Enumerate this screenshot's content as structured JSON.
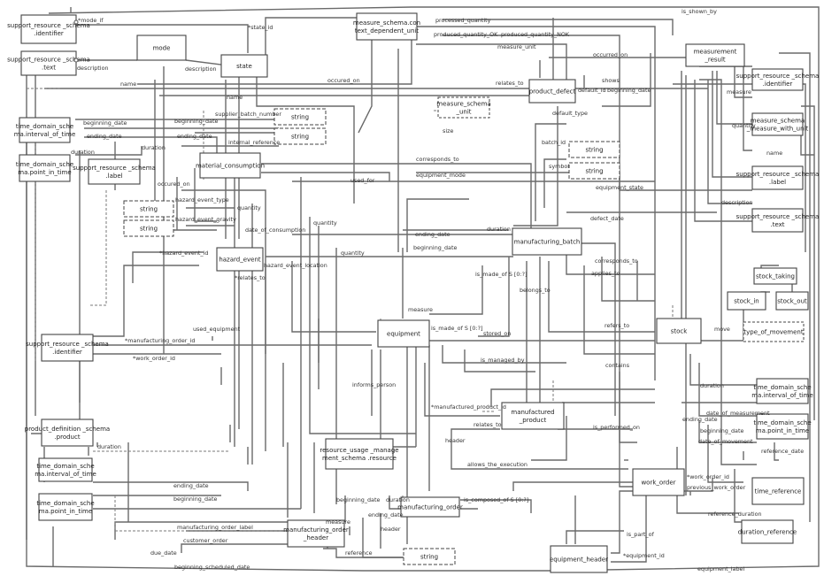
{
  "entities": {
    "support_resource_schema_identifier_1": "support_resource _schema .identifier",
    "support_resource_schema_text_1": "support_resource _schema .text",
    "mode": "mode",
    "state": "state",
    "measure_schema_con_text_dependent_unit": "measure_schema.con text_dependent_unit",
    "measurement_result": "measurement _result",
    "support_resource_schema_identifier_2": "support_resource _schema .identifier",
    "product_defect": "product_defect",
    "measure_schema_unit": "measure_schema _unit",
    "measure_schema_measure_with_unit": "measure_schema _measure_with_unit",
    "time_domain_schema_interval_of_time_1": "time_domain_sche ma.interval_of_time",
    "time_domain_schema_point_in_time_1": "time_domain_sche ma.point_in_time",
    "support_resource_schema_label_1": "support_resource _schema .label",
    "string_1": "string",
    "string_2": "string",
    "string_3": "string",
    "string_4": "string",
    "string_5": "string",
    "string_6": "string",
    "string_7": "string",
    "material_consumption": "material_consumption",
    "support_resource_schema_label_2": "support_resource _schema .label",
    "support_resource_schema_text_2": "support_resource _schema .text",
    "manufacturing_batch": "manufacturing_batch",
    "hazard_event": "hazard_event",
    "stock_taking": "stock_taking",
    "stock_in": "stock_in",
    "stock_out": "stock_out",
    "type_of_movement": "type_of_movement",
    "stock": "stock",
    "equipment": "equipment",
    "support_resource_schema_identifier_3": "support_resource _schema .identifier",
    "time_domain_schema_interval_of_time_2": "time_domain_sche ma.interval_of_time",
    "manufactured_product": "manufactured _product",
    "time_domain_schema_point_in_time_2": "time_domain_sche ma.point_in_time",
    "product_definition_schema_product": "product_definition _schema .product",
    "resource_usage_management_schema_resource": "resource_usage _manage ment_schema .resource",
    "time_domain_schema_interval_of_time_3": "time_domain_sche ma.interval_of_time",
    "work_order": "work_order",
    "time_reference": "time_reference",
    "time_domain_schema_point_in_time_3": "time_domain_sche ma.point_in_time",
    "manufacturing_order": "manufacturing_order",
    "duration_reference": "duration_reference",
    "manufacturing_order_header": "manufacturing_order _header",
    "equipment_header": "equipment_header"
  },
  "relations": {
    "mode_if": "*mode_if",
    "state_id": "*state_id",
    "processed_quantity": "processed_quantity",
    "is_shown_by": "is_shown_by",
    "produced_quantity_ok": "produced_quantity_OK",
    "produced_quantity_nok": "produced_quantity_NOK",
    "description_1": "description",
    "description_2": "description",
    "measure_unit": "measure_unit",
    "occurred_on_1": "occurred_on",
    "name_1": "name",
    "occured_on": "occured_on",
    "shows": "shows",
    "relates_to_1": "relates_to",
    "default_id": "default_id",
    "beginning_date_1": "beginning_date",
    "measure_1": "measure",
    "name_2": "name",
    "beginning_date_2": "beginning_date",
    "supplier_batch_number": "supplier_batch_number",
    "default_type": "default_type",
    "quantity_1": "quantity",
    "ending_date_1": "ending_date",
    "ending_date_2": "ending_date",
    "internal_reference": "internal_reference",
    "size": "size",
    "batch_id": "batch_id",
    "name_3": "name",
    "duration_1": "duration",
    "duration_2": "duration",
    "corresponds_to_1": "corresponds_to",
    "symbol": "symbol",
    "equipment_mode": "equipment_mode",
    "occured_on_2": "occured_on",
    "used_for": "used_for",
    "equipment_state": "equipment_state",
    "hazard_event_type": "hazard_event_type",
    "quantity_2": "quantity",
    "description_3": "description",
    "hazard_event_gravity": "hazard_event_gravity",
    "defect_date": "defect_date",
    "date_of_consumption": "date_of_consumption",
    "quantity_3": "quantity",
    "duration_3": "duration",
    "ending_date_3": "ending_date",
    "beginning_date_3": "beginning_date",
    "hazard_event_id": "*hazard_event_id",
    "quantity_4": "quantity",
    "corresponds_to_2": "corresponds_to",
    "hazard_event_location": "hazard_event_location",
    "relates_to_2": "*relates_to",
    "is_made_of_1": "is_made_of S [0:?]",
    "applies_to": "applies_to",
    "belongs_to": "belongs_to",
    "measure_2": "measure",
    "refers_to": "refers_to",
    "used_equipment": "used_equipment",
    "is_made_of_2": "is_made_of S [0:?]",
    "stored_on": "stored_on",
    "move": "move",
    "manufacturing_order_id": "*manufacturing_order_id",
    "work_order_id_1": "*work_order_id",
    "is_managed_by": "is_managed_by",
    "contains": "contains",
    "informs_person": "informs_person",
    "duration_4": "duration",
    "manufactured_product_id": "*manufactured_product_id",
    "date_of_measurement": "date_of_measurement",
    "ending_date_4": "ending_date",
    "relates_to_3": "relates_to",
    "is_performed_on": "is_performed_on",
    "beginning_date_4": "beginning_date",
    "date_of_movement": "date_of_movement",
    "duration_5": "duration",
    "header_1": "header",
    "reference_date": "reference_date",
    "allows_the_execution": "allows_the_execution",
    "work_order_id_2": "*work_order_id",
    "ending_date_5": "ending_date",
    "previous_work_order": "previous_work_order",
    "beginning_date_5": "beginning_date",
    "duration_6": "duration",
    "is_composed_of": "is_composed_of S [0:?]",
    "ending_date_6": "ending_date",
    "reference_duration": "reference_duration",
    "measure_3": "measure",
    "header_2": "header",
    "manufacturing_order_label": "manufacturing_order_label",
    "is_part_of": "is_part_of",
    "customer_order": "customer_order",
    "due_date": "due_date",
    "reference": "reference",
    "equipment_id": "*equipment_id",
    "beginning_scheduled_date": "beginning_scheduled_date",
    "equipment_label": "equipment_label"
  }
}
